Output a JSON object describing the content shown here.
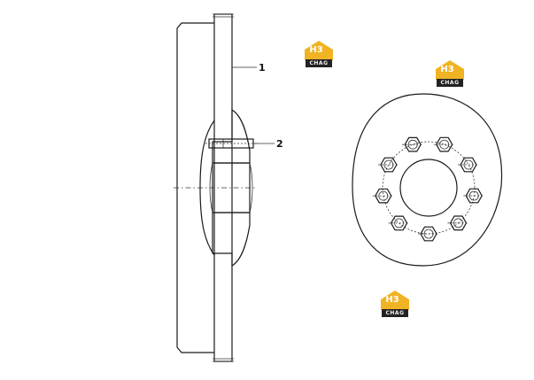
{
  "callouts": [
    {
      "id": "1",
      "label": "1"
    },
    {
      "id": "2",
      "label": "2"
    }
  ],
  "watermarks": [
    {
      "mark": "H3",
      "band": "CHAG"
    },
    {
      "mark": "H3",
      "band": "CHAG"
    },
    {
      "mark": "H3",
      "band": "CHAG"
    }
  ],
  "colors": {
    "line": "#1a1a1a",
    "logo_gold": "#f0b323",
    "logo_dark": "#222222",
    "background": "#ffffff"
  },
  "icons": [
    "hex-bolt-icon",
    "house-logo-icon"
  ]
}
